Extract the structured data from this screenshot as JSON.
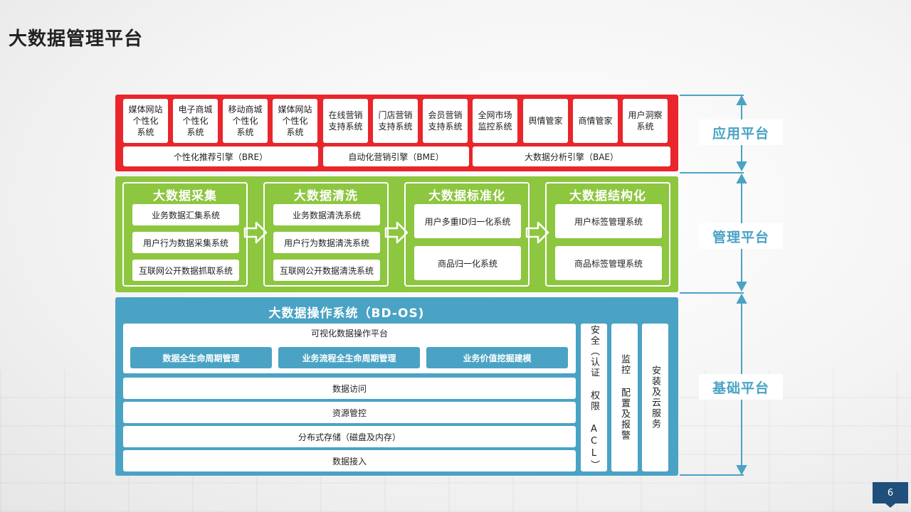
{
  "title": "大数据管理平台",
  "page_number": "6",
  "app_layer": {
    "label": "应用平台",
    "apps": [
      "媒体网站\n个性化\n系统",
      "电子商城\n个性化\n系统",
      "移动商城\n个性化\n系统",
      "媒体网站\n个性化\n系统",
      "在线营销\n支持系统",
      "门店营销\n支持系统",
      "会员营销\n支持系统",
      "全网市场\n监控系统",
      "舆情管家",
      "商情管家",
      "用户洞察\n系统"
    ],
    "engines": [
      "个性化推荐引擎（BRE）",
      "自动化营销引擎（BME）",
      "大数据分析引擎（BAE）"
    ]
  },
  "mgmt_layer": {
    "label": "管理平台",
    "columns": [
      {
        "title": "大数据采集",
        "items": [
          "业务数据汇集系统",
          "用户行为数据采集系统",
          "互联网公开数据抓取系统"
        ]
      },
      {
        "title": "大数据清洗",
        "items": [
          "业务数据清洗系统",
          "用户行为数据清洗系统",
          "互联网公开数据清洗系统"
        ]
      },
      {
        "title": "大数据标准化",
        "items": [
          "用户多重ID归一化系统",
          "商品归一化系统"
        ]
      },
      {
        "title": "大数据结构化",
        "items": [
          "用户标签管理系统",
          "商品标签管理系统"
        ]
      }
    ]
  },
  "base_layer": {
    "label": "基础平台",
    "title": "大数据操作系统（BD-OS)",
    "viz_platform": {
      "title": "可视化数据操作平台",
      "items": [
        "数据全生命周期管理",
        "业务流程全生命周期管理",
        "业务价值挖掘建模"
      ]
    },
    "rows": [
      "数据访问",
      "资源管控",
      "分布式存储（磁盘及内存）",
      "数据接入"
    ],
    "side": [
      "安全（认证 权限 ACL）",
      "监控 配置及报警",
      "安装及云服务"
    ]
  },
  "colors": {
    "app": "#e8262b",
    "mgmt": "#8dc63f",
    "base": "#4aa3c4",
    "page_badge": "#1f4f7a"
  }
}
